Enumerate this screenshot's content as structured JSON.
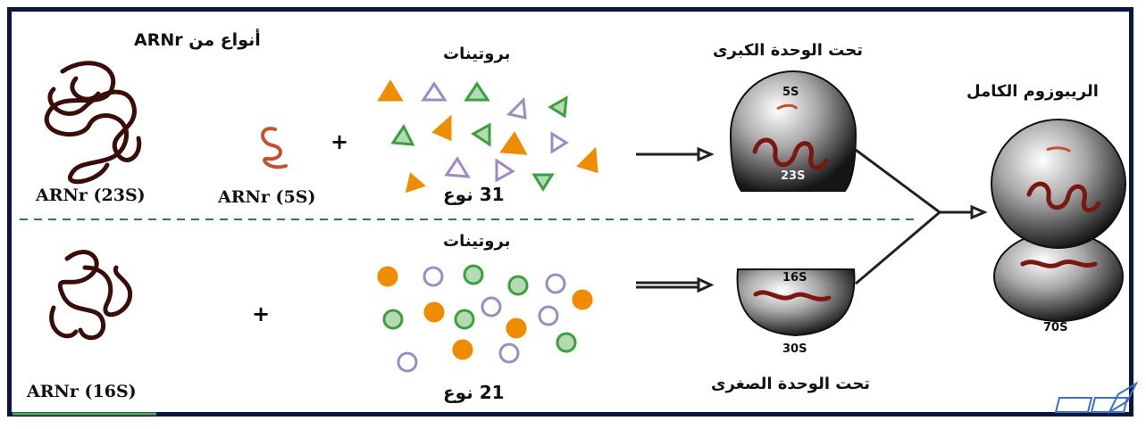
{
  "labels": {
    "rrna_types_title": "أنواع من ARNr",
    "rrna_23s": "ARNr (23S)",
    "rrna_5s": "ARNr (5S)",
    "rrna_16s": "ARNr (16S)",
    "proteins_top": "بروتينات",
    "proteins_bottom": "بروتينات",
    "proteins_top_count": "31 نوع",
    "proteins_bottom_count": "21 نوع",
    "large_subunit_title": "تحت الوحدة الكبرى",
    "small_subunit_title": "تحت الوحدة الصغرى",
    "complete_ribosome_title": "الريبوزوم الكامل",
    "large_5s": "5S",
    "large_23s": "23S",
    "small_16s": "16S",
    "small_30s": "30S",
    "ribosome_70s": "70S",
    "plus_top": "+",
    "plus_bottom": "+"
  },
  "colors": {
    "frame": "#0b1640",
    "rna": "#3a0d08",
    "rna_5s": "#c8502a",
    "orange": "#f08c00",
    "violet": "#9b8cc4",
    "green": "#3aa03a",
    "divider": "#2e7d32",
    "arrow": "#222222"
  }
}
